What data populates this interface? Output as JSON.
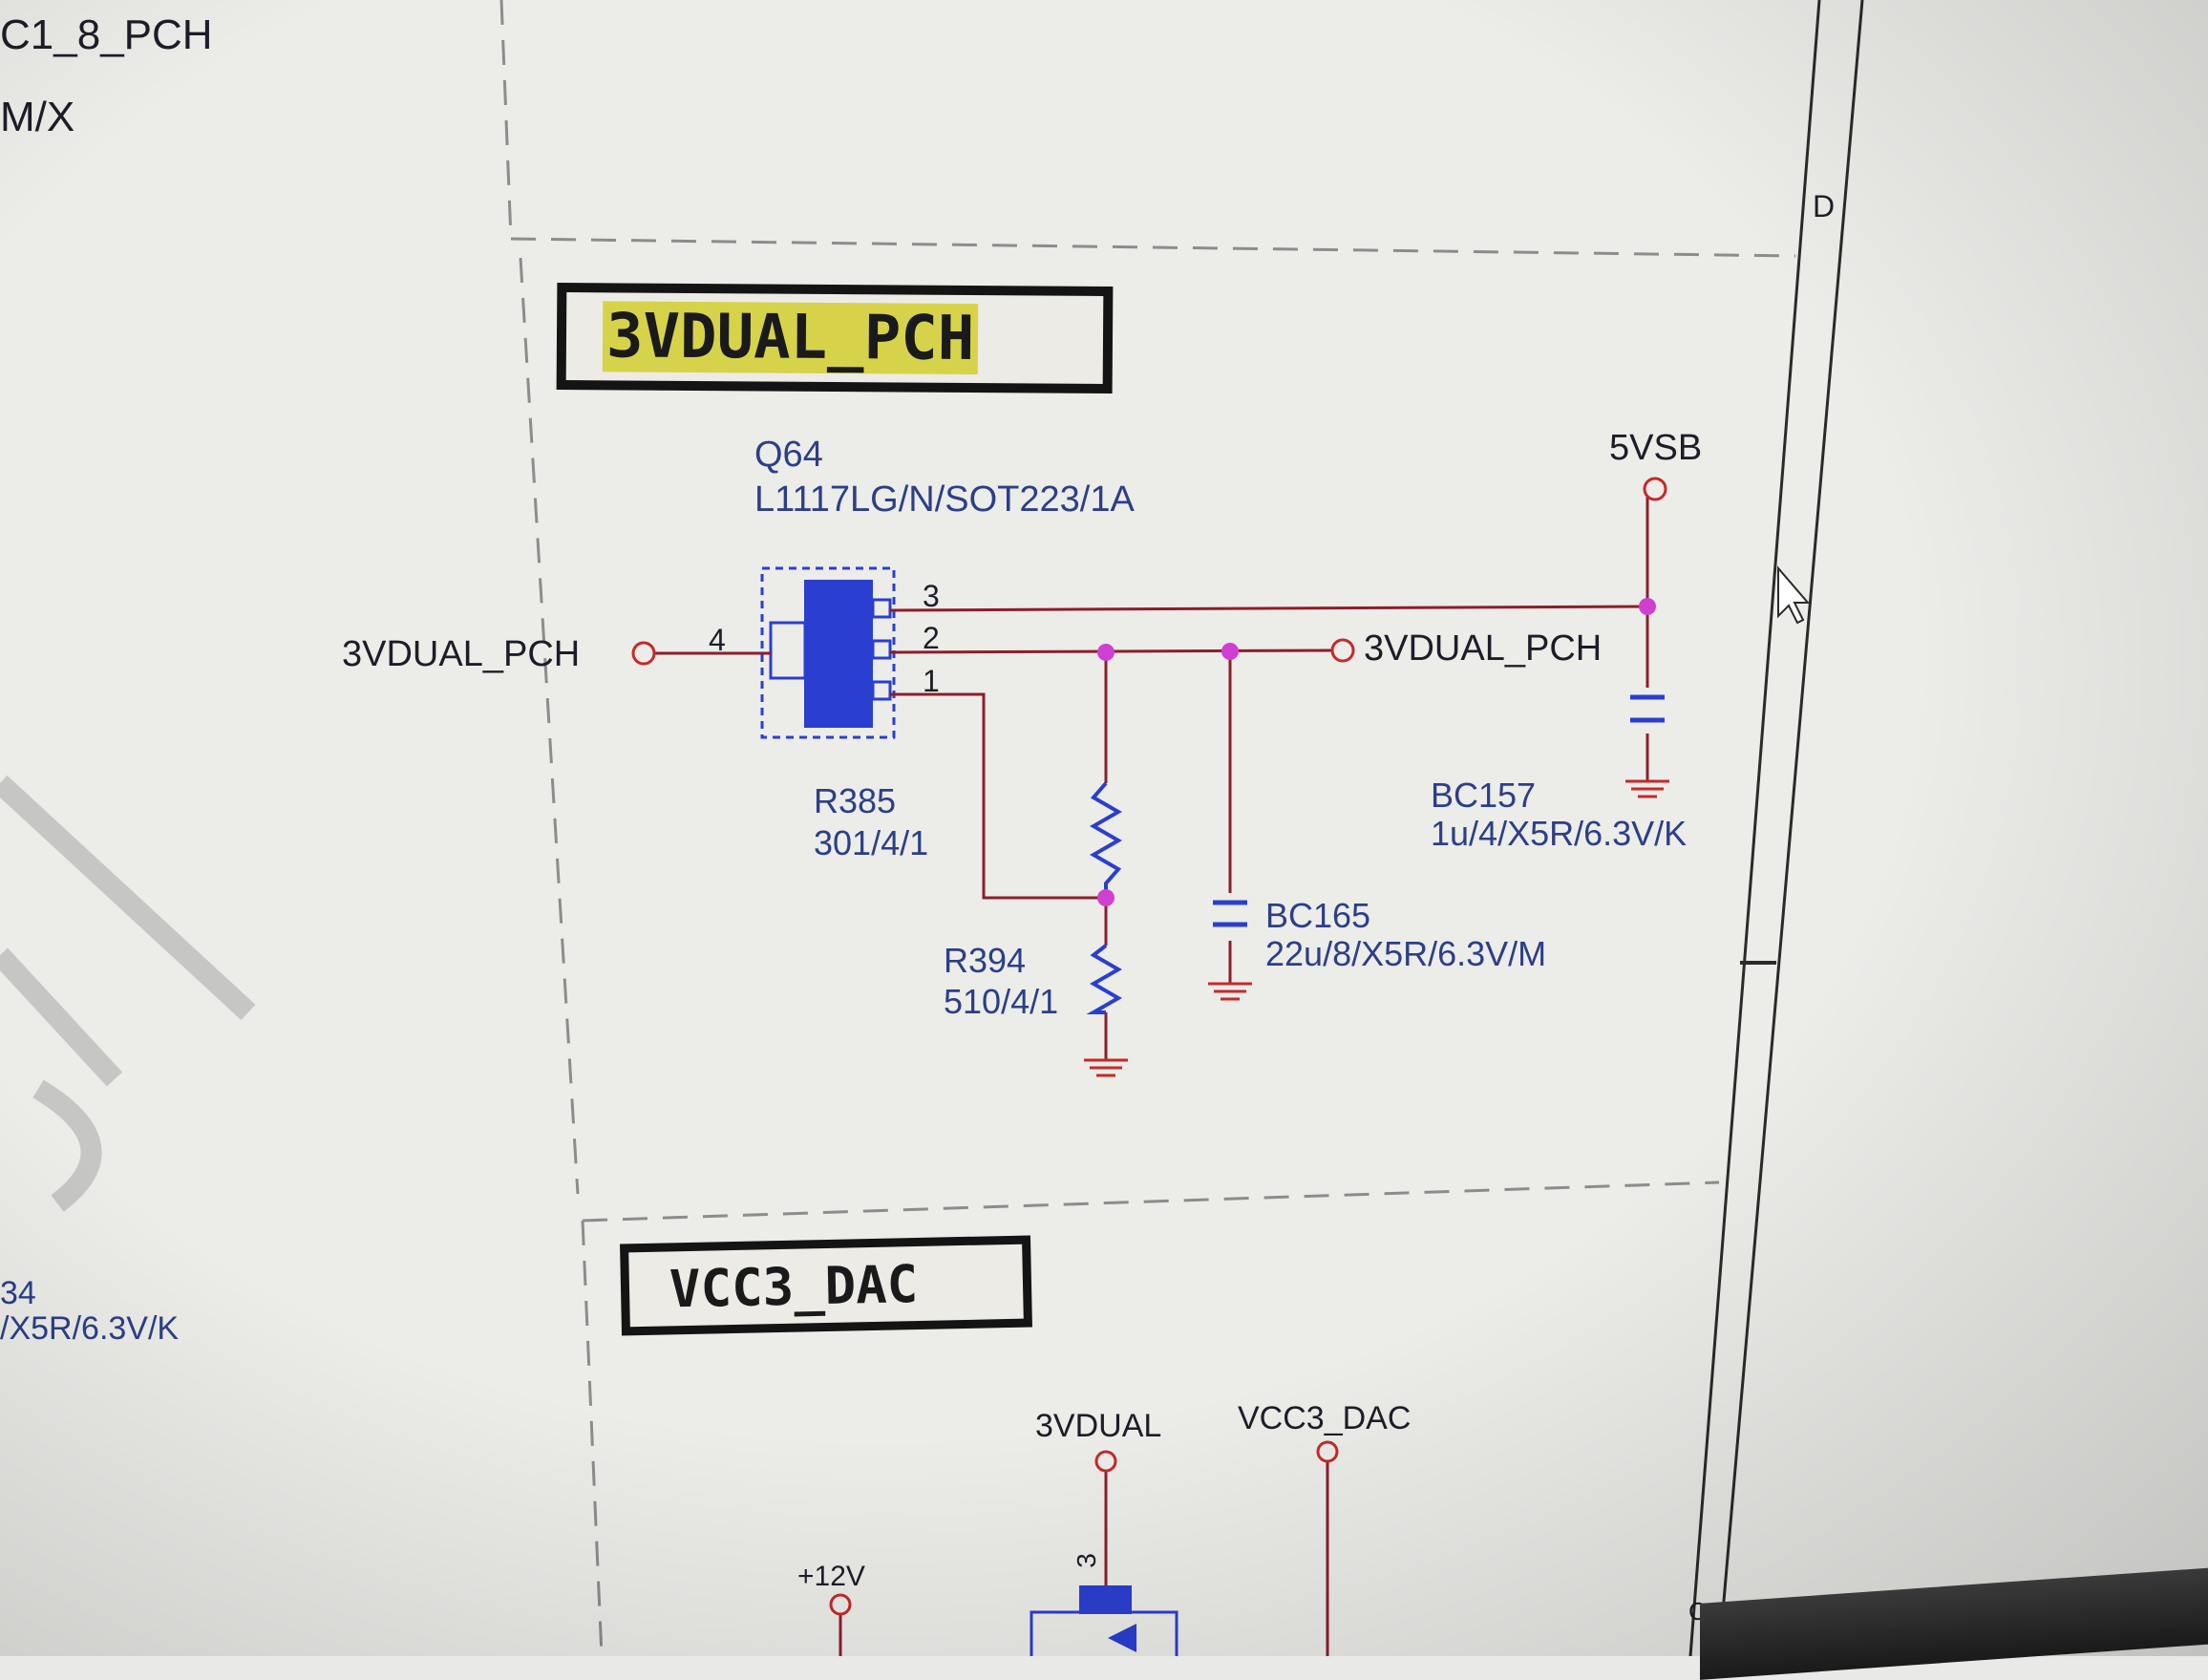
{
  "corner_top_left": {
    "line1": "C1_8_PCH",
    "line2": "M/X"
  },
  "corner_mid_left": {
    "line1": "34",
    "line2": "/X5R/6.3V/K"
  },
  "border_zone_d": "D",
  "border_zone_c": "C",
  "section_3vdual": {
    "title": "3VDUAL_PCH"
  },
  "regulator": {
    "ref": "Q64",
    "part": "L1117LG/N/SOT223/1A",
    "pin_3": "3",
    "pin_2": "2",
    "pin_1": "1",
    "pin_4": "4"
  },
  "nets": {
    "input_left": "3VDUAL_PCH",
    "output_right": "3VDUAL_PCH",
    "supply_5vsb": "5VSB"
  },
  "r385": {
    "ref": "R385",
    "value": "301/4/1"
  },
  "r394": {
    "ref": "R394",
    "value": "510/4/1"
  },
  "bc165": {
    "ref": "BC165",
    "value": "22u/8/X5R/6.3V/M"
  },
  "bc157": {
    "ref": "BC157",
    "value": "1u/4/X5R/6.3V/K"
  },
  "section_vcc3dac": {
    "title": "VCC3_DAC",
    "net_3vdual": "3VDUAL",
    "net_vcc3dac": "VCC3_DAC",
    "net_12v": "+12V",
    "pin_3": "3"
  },
  "colors": {
    "wire": "#8a1f2a",
    "junction": "#d040d0",
    "component": "#2a3fcf",
    "highlight": "#d6d34a",
    "dashed_border": "#8c8c8c"
  }
}
